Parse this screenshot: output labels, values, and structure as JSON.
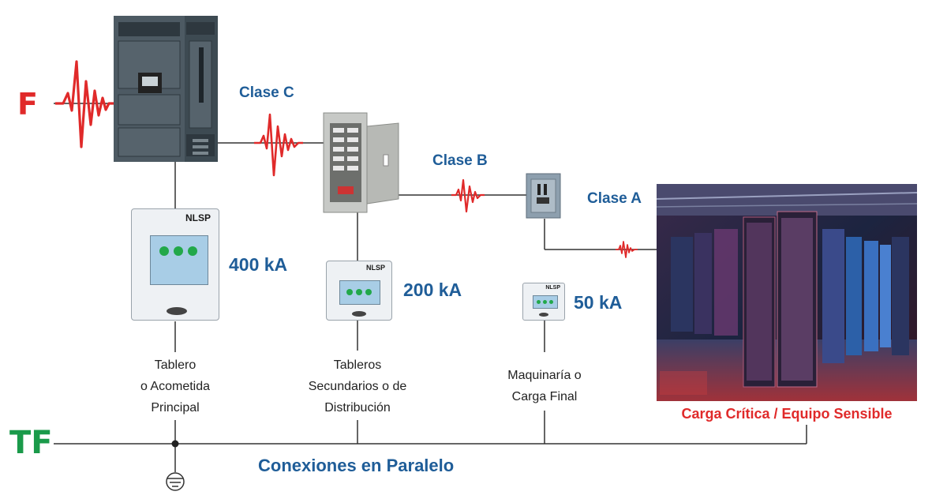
{
  "supply": {
    "phase_label": "F",
    "ground_label": "TF"
  },
  "classes": {
    "c": "Clase C",
    "b": "Clase B",
    "a": "Clase A"
  },
  "devices": [
    {
      "brand": "NLSP",
      "rating": "400 kA"
    },
    {
      "brand": "NLSP",
      "rating": "200 kA"
    },
    {
      "brand": "NLSP",
      "rating": "50 kA"
    }
  ],
  "captions": {
    "main": [
      "Tablero",
      "o Acometida",
      "Principal"
    ],
    "secondary": [
      "Tableros",
      "Secundarios o de",
      "Distribución"
    ],
    "final": [
      "Maquinaría o",
      "Carga Final"
    ]
  },
  "critical_load": "Carga Crítica / Equipo Sensible",
  "parallel_label": "Conexiones en Paralelo",
  "colors": {
    "red": "#e02a2a",
    "blue": "#1f5d98",
    "green": "#1a9a4a",
    "led": "#22a84a",
    "line": "#333333"
  }
}
